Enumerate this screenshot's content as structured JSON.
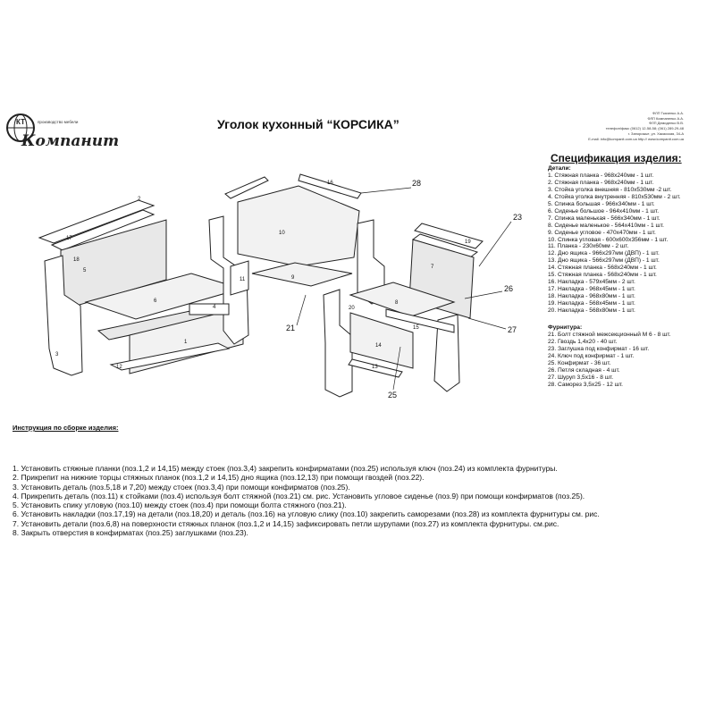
{
  "logo": {
    "mark": "КТ",
    "brand": "Компанит",
    "tagline": "производство мебели"
  },
  "title": "Уголок кухонный “КОРСИКА”",
  "company_lines": [
    "ФЛП Ткаченко А.А.",
    "ФЛП Компаненко А.А.",
    "ФЛП Демиденко В.В.",
    "телефон/факс (0612) 12-58-58; (061) 289-29-48",
    "г. Запорожье, ул. Хакасская, 34-А",
    "E-mail: info@kompanit.com.ua http:// www.kompanit.com.ua"
  ],
  "spec": {
    "title": "Спецификация изделия:",
    "details_heading": "Детали:",
    "details": [
      "1. Стяжная планка - 968х240мм - 1 шт.",
      "2. Стяжная планка - 968х240мм - 1 шт.",
      "3. Стойка уголка внешняя - 810х530мм -2 шт.",
      "4. Стойка уголка внутренняя - 810х530мм - 2 шт.",
      "5. Спинка большая - 966х340мм - 1 шт.",
      "6. Сиденье большое - 964х410мм - 1 шт.",
      "7. Спинка маленькая - 566х340мм - 1 шт.",
      "8. Сиденье маленькое - 564х410мм - 1 шт.",
      "9. Сиденье угловое - 470х470мм - 1 шт.",
      "10. Спинка угловая - 600х600х356мм - 1 шт.",
      "11. Планка - 230х60мм - 2 шт.",
      "12. Дно ящика - 966х297мм (ДВП) - 1 шт.",
      "13. Дно ящика - 566х297мм (ДВП) - 1 шт.",
      "14. Стяжная планка - 568х240мм - 1 шт.",
      "15. Стяжная планка - 568х240мм - 1 шт.",
      "16. Накладка - 579х45мм - 2 шт.",
      "17. Накладка - 968х45мм - 1 шт.",
      "18. Накладка - 968х80мм - 1 шт.",
      "19. Накладка - 568х45мм - 1 шт.",
      "20. Накладка - 568х80мм - 1 шт."
    ],
    "fittings_heading": "Фурнитура:",
    "fittings": [
      "21. Болт стяжной межсекционный М 6 - 8 шт.",
      "22. Гвоздь 1,4х20 - 40 шт.",
      "23. Заглушка под конфирмат - 16 шт.",
      "24. Ключ под конфирмат - 1 шт.",
      "25. Конфирмат - 36 шт.",
      "26. Петля складная - 4 шт.",
      "27. Шуруп 3,5х16 - 8 шт.",
      "28. Саморез 3,5х25 - 12 шт."
    ]
  },
  "drawing": {
    "callouts": [
      "28",
      "23",
      "26",
      "27",
      "21",
      "25"
    ],
    "part_numbers": [
      "1",
      "2",
      "3",
      "4",
      "5",
      "6",
      "7",
      "8",
      "9",
      "10",
      "11",
      "12",
      "13",
      "14",
      "15",
      "16",
      "17",
      "18",
      "19",
      "20"
    ]
  },
  "instructions": {
    "title": "Инструкция по сборке изделия:",
    "steps": [
      "1. Установить стяжные планки (поз.1,2 и 14,15) между стоек (поз.3,4) закрепить конфирматами (поз.25) используя ключ (поз.24) из комплекта фурнитуры.",
      "2. Прикрепит на нижние торцы стяжных планок (поз.1,2 и 14,15) дно ящика (поз.12,13) при помощи гвоздей (поз.22).",
      "3. Установить деталь (поз.5,18 и 7,20)  между стоек (поз.3,4) при помощи конфирматов (поз.25).",
      "4. Прикрепить деталь (поз.11) к стойками (поз.4) используя болт стяжной (поз.21) см. рис. Установить угловое сиденье (поз.9) при помощи конфирматов (поз.25).",
      "5. Установить спику угловую (поз.10) между стоек (поз.4) при помощи болта стяжного (поз.21).",
      "6. Установить накладки (поз.17,19) на детали (поз.18,20) и деталь (поз.16) на угловую слику (поз.10) закрепить саморезами (поз.28) из комплекта фурнитуры см. рис.",
      "7. Установить детали (поз.6,8) на поверхности стяжных планок (поз.1,2 и 14,15) зафиксировать петли шурупами (поз.27) из комплекта фурнитуры. см.рис.",
      "8. Закрыть отверстия в конфирматах (поз.25) заглушками (поз.23)."
    ]
  }
}
